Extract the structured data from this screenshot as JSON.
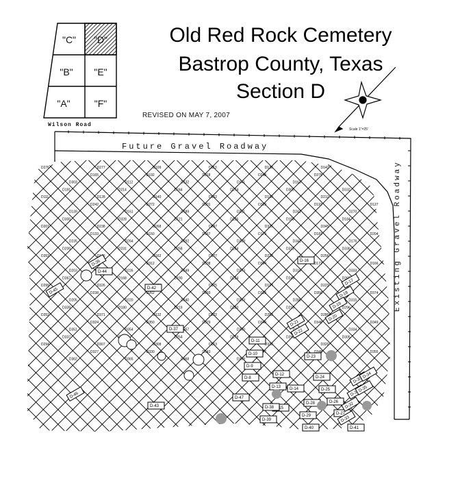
{
  "title": {
    "line1": "Old Red Rock Cemetery",
    "line2": "Bastrop County, Texas",
    "line3": "Section D"
  },
  "revised": "REVISED ON MAY 7, 2007",
  "scale_note": "Scale 1\"=25'",
  "roads": {
    "top": "Future Gravel Roadway",
    "right": "Existing Gravel Roadway",
    "key": "Wilson Road"
  },
  "key_sections": [
    "\"C\"",
    "\"D\"",
    "\"B\"",
    "\"E\"",
    "\"A\"",
    "\"F\""
  ],
  "highlighted_section": "\"D\"",
  "plot_labels": [
    "D276",
    "D277",
    "D109",
    "D113",
    "D130",
    "D142",
    "D165",
    "D192",
    "D218",
    "D248",
    "D275",
    "D303",
    "D112",
    "D132",
    "D141",
    "D163",
    "D191",
    "D214",
    "D244",
    "D274",
    "D302",
    "D332",
    "D111",
    "D128",
    "D140",
    "D162",
    "D190",
    "D212",
    "D242",
    "D272",
    "D301",
    "D329",
    "D110",
    "D127",
    "D139",
    "D161",
    "D189",
    "D211",
    "D241",
    "D270",
    "D300",
    "D328",
    "D121",
    "D136",
    "D158",
    "D184",
    "D207",
    "D238",
    "D268",
    "D297",
    "D325",
    "D345",
    "D133",
    "D150",
    "D167",
    "D179",
    "D181",
    "D204",
    "D235",
    "D264",
    "D292",
    "D319",
    "D341",
    "D176",
    "D200",
    "D231",
    "D258",
    "D284",
    "D311",
    "D336",
    "D353",
    "D146",
    "D162",
    "D177",
    "D228",
    "D256",
    "D286",
    "D312",
    "D338",
    "D364",
    "D172",
    "D166",
    "D203",
    "D226",
    "D249",
    "D273",
    "D310",
    "D333",
    "D367",
    "D168",
    "D190",
    "D224",
    "D245",
    "D265",
    "D299",
    "D326",
    "D373",
    "D175",
    "D197",
    "D223",
    "D238",
    "D262",
    "D293",
    "D323",
    "D356",
    "D374",
    "D205",
    "D220",
    "D240",
    "D263",
    "D289",
    "D315",
    "D339",
    "D180",
    "D219",
    "D180",
    "D216",
    "D296",
    "D352",
    "D371",
    "D132",
    "D222",
    "D252",
    "D280",
    "D324",
    "D350",
    "D379",
    "D340",
    "D346",
    "D349",
    "D351",
    "D354",
    "D357",
    "D360",
    "D331",
    "D334",
    "D337",
    "D221",
    "D254",
    "D279",
    "D298",
    "D305",
    "D294",
    "D307",
    "D308",
    "D313",
    "D318",
    "D320",
    "D327",
    "D330",
    "D343",
    "D347",
    "D348",
    "D355",
    "D362",
    "D365",
    "D368",
    "D369"
  ],
  "small_plots": [
    "D-11",
    "D-10",
    "D-9",
    "D-8",
    "D-12",
    "D-13",
    "D-14",
    "D-15",
    "D-16",
    "D-17",
    "D-18",
    "D-19",
    "D-20",
    "D-21",
    "D-22",
    "D-23",
    "D-24",
    "D-25",
    "D-26",
    "D-27",
    "D-28",
    "D-29",
    "D-30",
    "D-31",
    "D-32",
    "D-33",
    "D-34",
    "D-35",
    "D-36",
    "D-37",
    "D-38",
    "D-39",
    "D-40",
    "D-41",
    "D-42",
    "D-43",
    "D-44",
    "D-45",
    "D-46",
    "D-47"
  ]
}
